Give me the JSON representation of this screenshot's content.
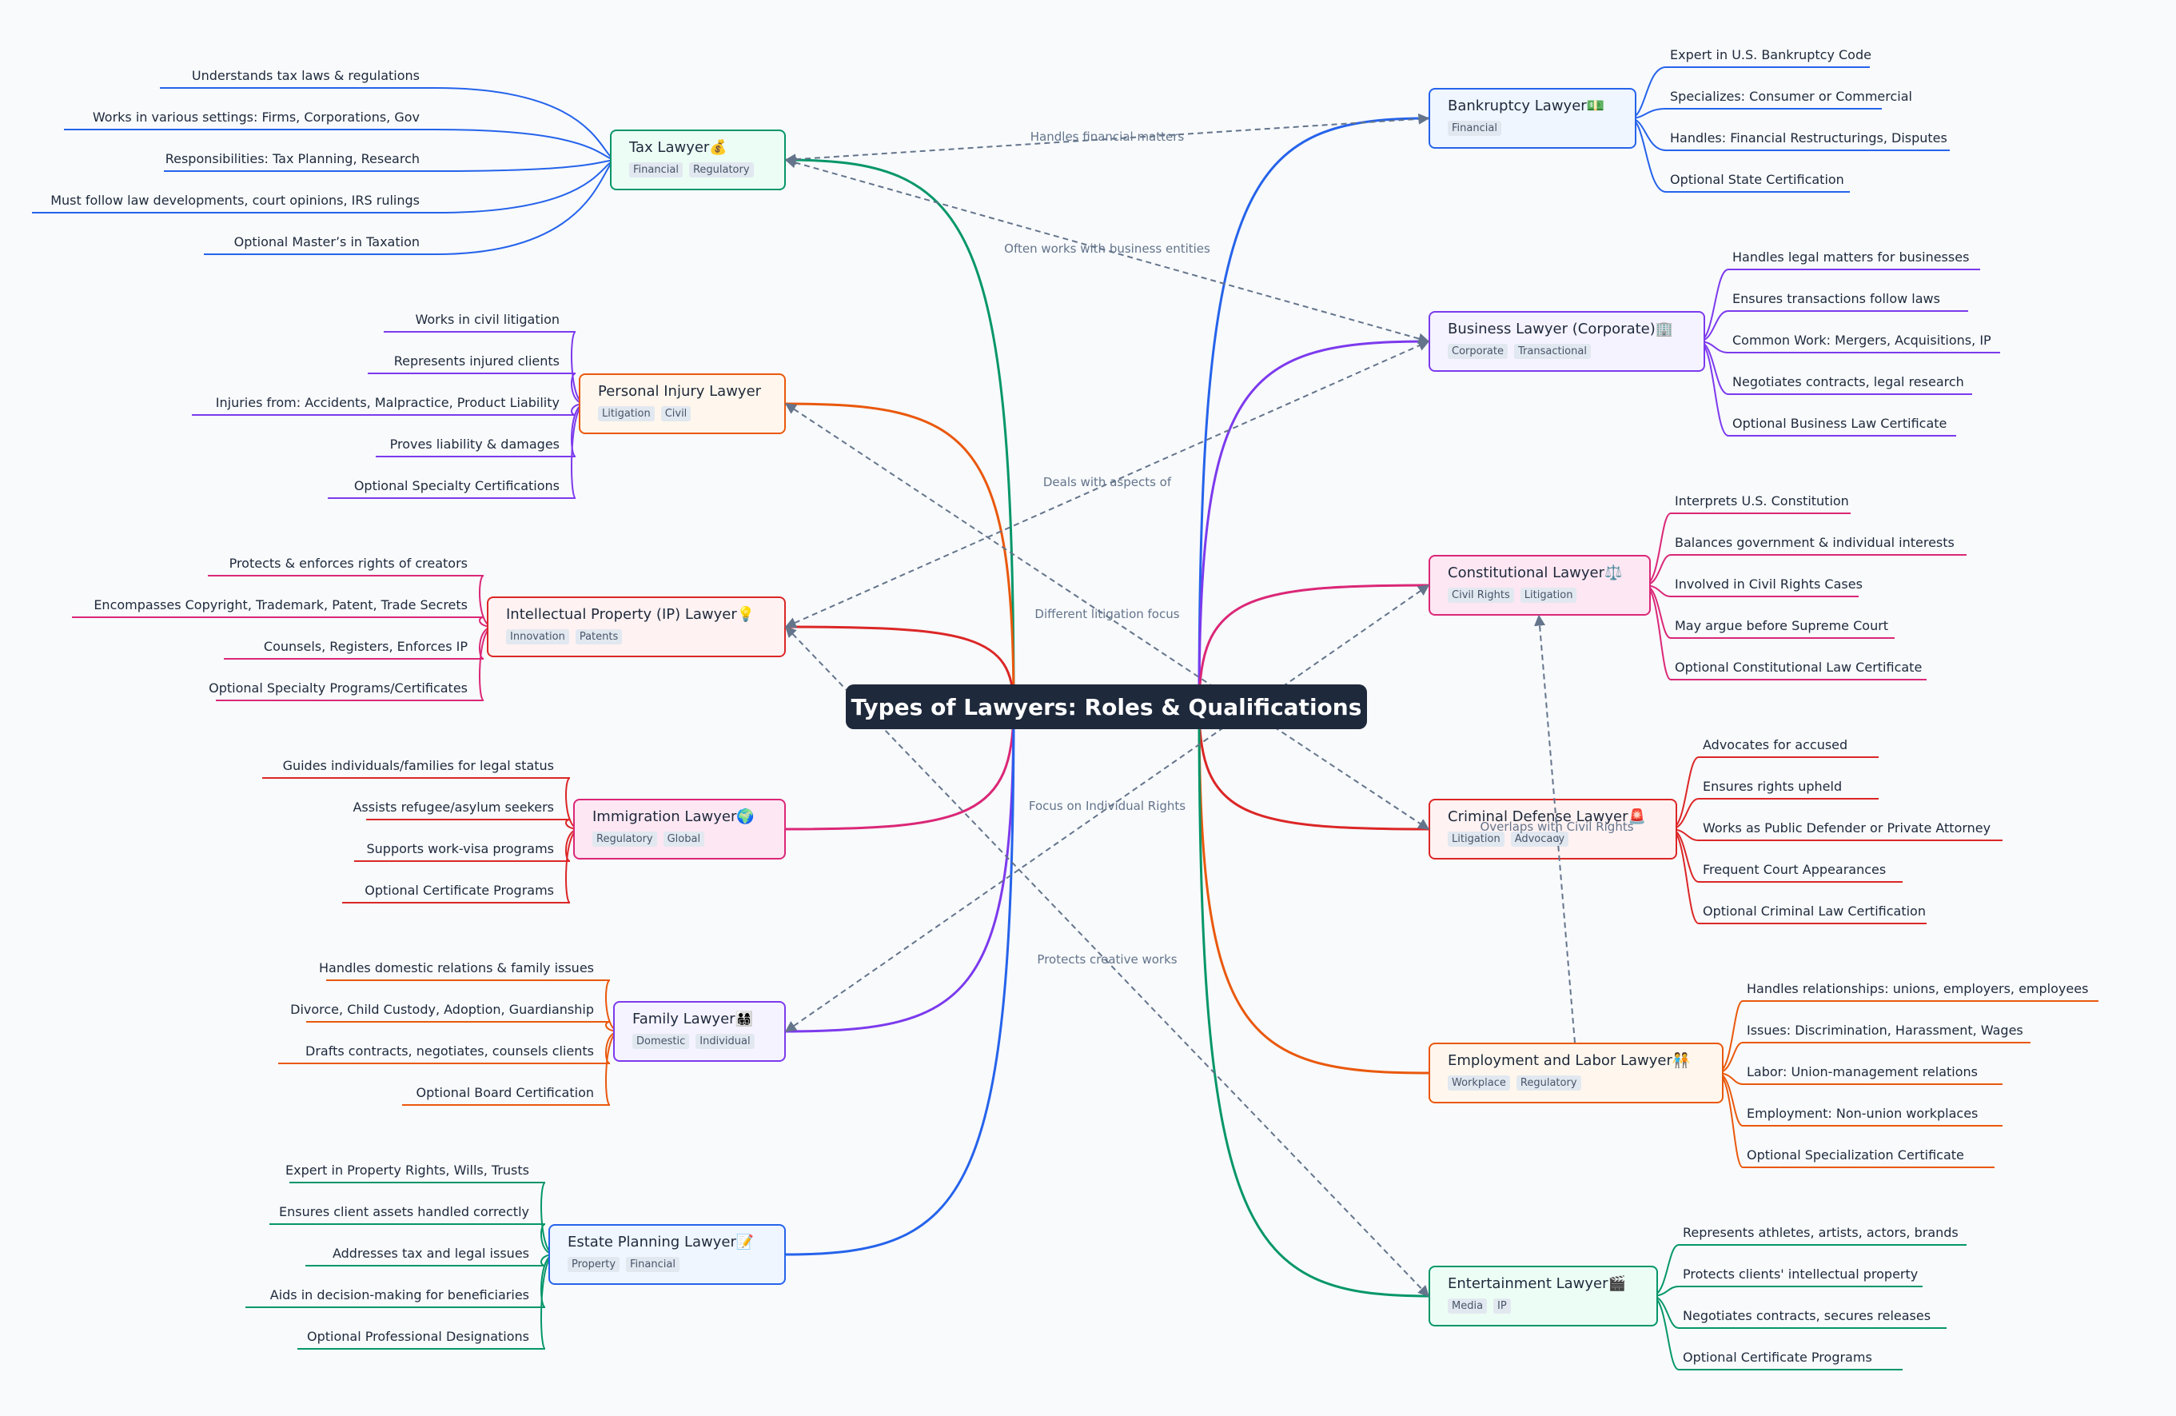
{
  "title": "Types of Lawyers: Roles & Qualifications",
  "branches": [
    {
      "title": "Tax Lawyer💰",
      "tags": [
        "Financial",
        "Regulatory"
      ],
      "color": "#059669",
      "bg": "#ecfdf5",
      "items": [
        "Understands tax laws & regulations",
        "Works in various settings: Firms, Corporations, Gov",
        "Responsibilities: Tax Planning, Research",
        "Must follow law developments, court opinions, IRS rulings",
        "Optional Master’s in Taxation"
      ],
      "item_color": "#2563eb"
    },
    {
      "title": "Personal Injury Lawyer",
      "tags": [
        "Litigation",
        "Civil"
      ],
      "color": "#ea580c",
      "bg": "#fff7ed",
      "items": [
        "Works in civil litigation",
        "Represents injured clients",
        "Injuries from: Accidents, Malpractice, Product Liability",
        "Proves liability & damages",
        "Optional Specialty Certifications"
      ],
      "item_color": "#7c3aed"
    },
    {
      "title": "Intellectual Property (IP) Lawyer💡",
      "tags": [
        "Innovation",
        "Patents"
      ],
      "color": "#dc2626",
      "bg": "#fef2f2",
      "items": [
        "Protects & enforces rights of creators",
        "Encompasses Copyright, Trademark, Patent, Trade Secrets",
        "Counsels, Registers, Enforces IP",
        "Optional Specialty Programs/Certificates"
      ],
      "item_color": "#db2777"
    },
    {
      "title": "Immigration Lawyer🌍",
      "tags": [
        "Regulatory",
        "Global"
      ],
      "color": "#db2777",
      "bg": "#fce7f3",
      "items": [
        "Guides individuals/families for legal status",
        "Assists refugee/asylum seekers",
        "Supports work-visa programs",
        "Optional Certificate Programs"
      ],
      "item_color": "#dc2626"
    },
    {
      "title": "Family Lawyer👨‍👩‍👧‍👦",
      "tags": [
        "Domestic",
        "Individual"
      ],
      "color": "#7c3aed",
      "bg": "#f5f3ff",
      "items": [
        "Handles domestic relations & family issues",
        "Divorce, Child Custody, Adoption, Guardianship",
        "Drafts contracts, negotiates, counsels clients",
        "Optional Board Certification"
      ],
      "item_color": "#ea580c"
    },
    {
      "title": "Estate Planning Lawyer📝",
      "tags": [
        "Property",
        "Financial"
      ],
      "color": "#2563eb",
      "bg": "#eff6ff",
      "items": [
        "Expert in Property Rights, Wills, Trusts",
        "Ensures client assets handled correctly",
        "Addresses tax and legal issues",
        "Aids in decision-making for beneficiaries",
        "Optional Professional Designations"
      ],
      "item_color": "#059669"
    },
    {
      "title": "Bankruptcy Lawyer💵",
      "tags": [
        "Financial"
      ],
      "color": "#2563eb",
      "bg": "#eff6ff",
      "items": [
        "Expert in U.S. Bankruptcy Code",
        "Specializes: Consumer or Commercial",
        "Handles: Financial Restructurings, Disputes",
        "Optional State Certification"
      ],
      "item_color": "#2563eb"
    },
    {
      "title": "Business Lawyer (Corporate)🏢",
      "tags": [
        "Corporate",
        "Transactional"
      ],
      "color": "#7c3aed",
      "bg": "#f5f3ff",
      "items": [
        "Handles legal matters for businesses",
        "Ensures transactions follow laws",
        "Common Work: Mergers, Acquisitions, IP",
        "Negotiates contracts, legal research",
        "Optional Business Law Certificate"
      ],
      "item_color": "#7c3aed"
    },
    {
      "title": "Constitutional Lawyer⚖️",
      "tags": [
        "Civil Rights",
        "Litigation"
      ],
      "color": "#db2777",
      "bg": "#fce7f3",
      "items": [
        "Interprets U.S. Constitution",
        "Balances government & individual interests",
        "Involved in Civil Rights Cases",
        "May argue before Supreme Court",
        "Optional Constitutional Law Certificate"
      ],
      "item_color": "#db2777"
    },
    {
      "title": "Criminal Defense Lawyer🚨",
      "tags": [
        "Litigation",
        "Advocacy"
      ],
      "color": "#dc2626",
      "bg": "#fef2f2",
      "items": [
        "Advocates for accused",
        "Ensures rights upheld",
        "Works as Public Defender or Private Attorney",
        "Frequent Court Appearances",
        "Optional Criminal Law Certification"
      ],
      "item_color": "#dc2626"
    },
    {
      "title": "Employment and Labor Lawyer🧑‍🤝‍🧑",
      "tags": [
        "Workplace",
        "Regulatory"
      ],
      "color": "#ea580c",
      "bg": "#fff7ed",
      "items": [
        "Handles relationships: unions, employers, employees",
        "Issues: Discrimination, Harassment, Wages",
        "Labor: Union-management relations",
        "Employment: Non-union workplaces",
        "Optional Specialization Certificate"
      ],
      "item_color": "#ea580c"
    },
    {
      "title": "Entertainment Lawyer🎬",
      "tags": [
        "Media",
        "IP"
      ],
      "color": "#059669",
      "bg": "#ecfdf5",
      "items": [
        "Represents athletes, artists, actors, brands",
        "Protects clients' intellectual property",
        "Negotiates contracts, secures releases",
        "Optional Certificate Programs"
      ],
      "item_color": "#059669"
    }
  ],
  "relations": [
    {
      "from": 0,
      "to": 6,
      "label": "Handles financial matters"
    },
    {
      "from": 0,
      "to": 7,
      "label": "Often works with business entities"
    },
    {
      "from": 2,
      "to": 7,
      "label": "Deals with aspects of"
    },
    {
      "from": 1,
      "to": 9,
      "label": "Different litigation focus"
    },
    {
      "from": 4,
      "to": 8,
      "label": "Focus on Individual Rights"
    },
    {
      "from": 2,
      "to": 11,
      "label": "Protects creative works"
    },
    {
      "from": 10,
      "to": 8,
      "label": "Overlaps with Civil Rights"
    }
  ]
}
